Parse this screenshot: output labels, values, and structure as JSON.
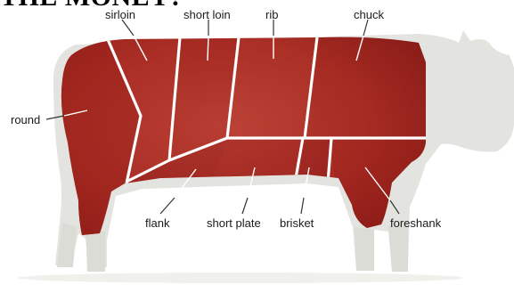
{
  "headline": "THE MONEY?",
  "colors": {
    "cow_silhouette": "#e3e3df",
    "meat_dark": "#7e1513",
    "meat_mid": "#a52a22",
    "meat_light": "#c0453a",
    "seam": "#ffffff"
  },
  "cuts": [
    {
      "id": "sirloin",
      "label": "sirloin"
    },
    {
      "id": "short-loin",
      "label": "short loin"
    },
    {
      "id": "rib",
      "label": "rib"
    },
    {
      "id": "chuck",
      "label": "chuck"
    },
    {
      "id": "round",
      "label": "round"
    },
    {
      "id": "flank",
      "label": "flank"
    },
    {
      "id": "short-plate",
      "label": "short plate"
    },
    {
      "id": "brisket",
      "label": "brisket"
    },
    {
      "id": "foreshank",
      "label": "foreshank"
    }
  ]
}
